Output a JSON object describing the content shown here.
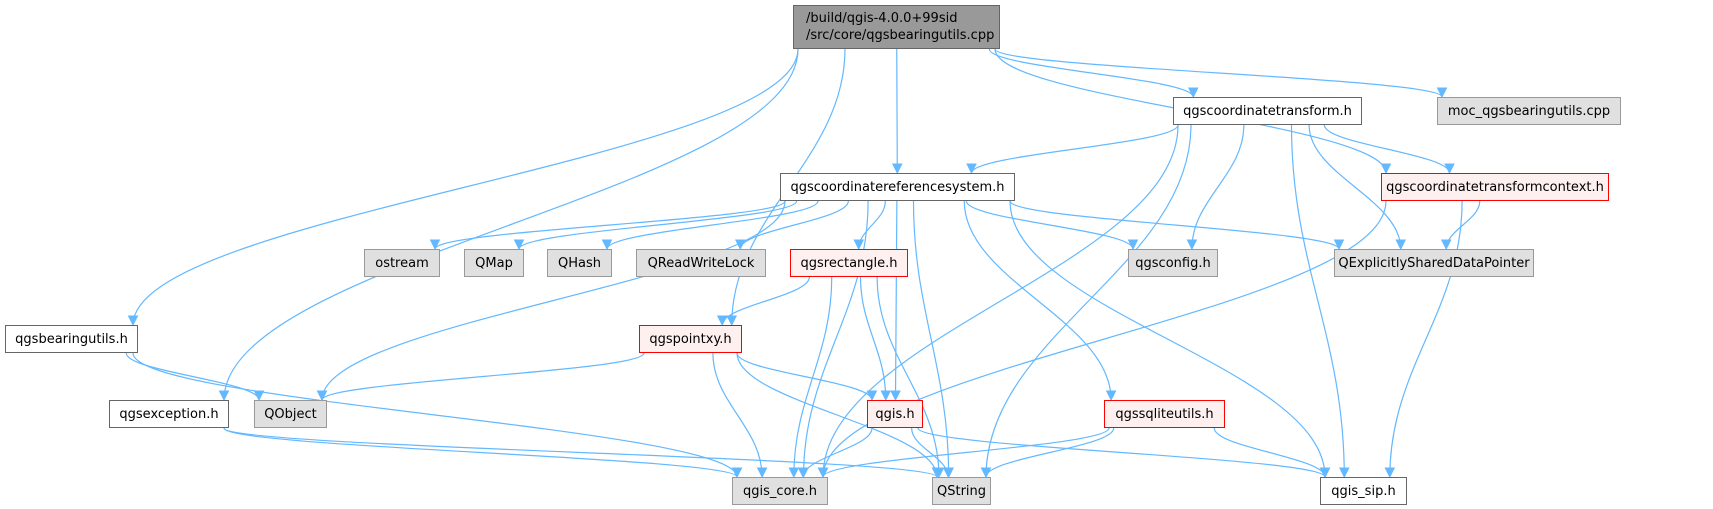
{
  "diagram": {
    "type": "include-dependency-graph",
    "edge_color": "#63b8ff",
    "legend_colors": {
      "root_fill": "#999999",
      "normal_fill": "#ffffff",
      "external_fill": "#e0e0e0",
      "incomplete_border": "#ff0000",
      "incomplete_fill": "#fff0f0"
    },
    "nodes": [
      {
        "id": "root",
        "kind": "root",
        "lines": [
          "/build/qgis-4.0.0+99sid",
          "/src/core/qgsbearingutils.cpp"
        ]
      },
      {
        "id": "qgscoordinatetransform",
        "kind": "normal",
        "label": "qgscoordinatetransform.h"
      },
      {
        "id": "moc",
        "kind": "ext",
        "label": "moc_qgsbearingutils.cpp"
      },
      {
        "id": "qgscrs",
        "kind": "normal",
        "label": "qgscoordinatereferencesystem.h"
      },
      {
        "id": "qgsctc",
        "kind": "incomplete",
        "label": "qgscoordinatetransformcontext.h"
      },
      {
        "id": "ostream",
        "kind": "ext",
        "label": "ostream"
      },
      {
        "id": "qmap",
        "kind": "ext",
        "label": "QMap"
      },
      {
        "id": "qhash",
        "kind": "ext",
        "label": "QHash"
      },
      {
        "id": "qrwlock",
        "kind": "ext",
        "label": "QReadWriteLock"
      },
      {
        "id": "qgsrectangle",
        "kind": "incomplete",
        "label": "qgsrectangle.h"
      },
      {
        "id": "qgsconfig",
        "kind": "ext",
        "label": "qgsconfig.h"
      },
      {
        "id": "qesdp",
        "kind": "ext",
        "label": "QExplicitlySharedDataPointer"
      },
      {
        "id": "qgsbearingutils",
        "kind": "normal",
        "label": "qgsbearingutils.h"
      },
      {
        "id": "qgspointxy",
        "kind": "incomplete",
        "label": "qgspointxy.h"
      },
      {
        "id": "qgsexception",
        "kind": "normal",
        "label": "qgsexception.h"
      },
      {
        "id": "qobject",
        "kind": "ext",
        "label": "QObject"
      },
      {
        "id": "qgis",
        "kind": "incomplete",
        "label": "qgis.h"
      },
      {
        "id": "qgssqliteutils",
        "kind": "incomplete",
        "label": "qgssqliteutils.h"
      },
      {
        "id": "qgis_core",
        "kind": "ext",
        "label": "qgis_core.h"
      },
      {
        "id": "qstring",
        "kind": "ext",
        "label": "QString"
      },
      {
        "id": "qgis_sip",
        "kind": "normal",
        "label": "qgis_sip.h"
      }
    ],
    "edges": [
      [
        "root",
        "qgsbearingutils"
      ],
      [
        "root",
        "qgsexception"
      ],
      [
        "root",
        "qgspointxy"
      ],
      [
        "root",
        "qgscrs"
      ],
      [
        "root",
        "qgscoordinatetransform"
      ],
      [
        "root",
        "moc"
      ],
      [
        "root",
        "qgsctc"
      ],
      [
        "qgscoordinatetransform",
        "qgscrs"
      ],
      [
        "qgscoordinatetransform",
        "qgsctc"
      ],
      [
        "qgscoordinatetransform",
        "qgsconfig"
      ],
      [
        "qgscoordinatetransform",
        "qesdp"
      ],
      [
        "qgscoordinatetransform",
        "qgis_core"
      ],
      [
        "qgscoordinatetransform",
        "qstring"
      ],
      [
        "qgscoordinatetransform",
        "qgis_sip"
      ],
      [
        "qgscrs",
        "ostream"
      ],
      [
        "qgscrs",
        "qmap"
      ],
      [
        "qgscrs",
        "qhash"
      ],
      [
        "qgscrs",
        "qrwlock"
      ],
      [
        "qgscrs",
        "qgsrectangle"
      ],
      [
        "qgscrs",
        "qgis"
      ],
      [
        "qgscrs",
        "qgssqliteutils"
      ],
      [
        "qgscrs",
        "qgsconfig"
      ],
      [
        "qgscrs",
        "qesdp"
      ],
      [
        "qgscrs",
        "qobject"
      ],
      [
        "qgscrs",
        "qgis_core"
      ],
      [
        "qgscrs",
        "qstring"
      ],
      [
        "qgscrs",
        "qgis_sip"
      ],
      [
        "qgsctc",
        "qesdp"
      ],
      [
        "qgsctc",
        "qgis_core"
      ],
      [
        "qgsctc",
        "qgis_sip"
      ],
      [
        "qgsrectangle",
        "qgspointxy"
      ],
      [
        "qgsrectangle",
        "qgis"
      ],
      [
        "qgsrectangle",
        "qgis_core"
      ],
      [
        "qgsrectangle",
        "qstring"
      ],
      [
        "qgsbearingutils",
        "qobject"
      ],
      [
        "qgsbearingutils",
        "qgis_core"
      ],
      [
        "qgspointxy",
        "qobject"
      ],
      [
        "qgspointxy",
        "qgis"
      ],
      [
        "qgspointxy",
        "qgis_core"
      ],
      [
        "qgspointxy",
        "qstring"
      ],
      [
        "qgsexception",
        "qgis_core"
      ],
      [
        "qgsexception",
        "qstring"
      ],
      [
        "qgis",
        "qgis_core"
      ],
      [
        "qgis",
        "qstring"
      ],
      [
        "qgis",
        "qgis_sip"
      ],
      [
        "qgssqliteutils",
        "qgis_core"
      ],
      [
        "qgssqliteutils",
        "qstring"
      ],
      [
        "qgssqliteutils",
        "qgis_sip"
      ]
    ]
  }
}
